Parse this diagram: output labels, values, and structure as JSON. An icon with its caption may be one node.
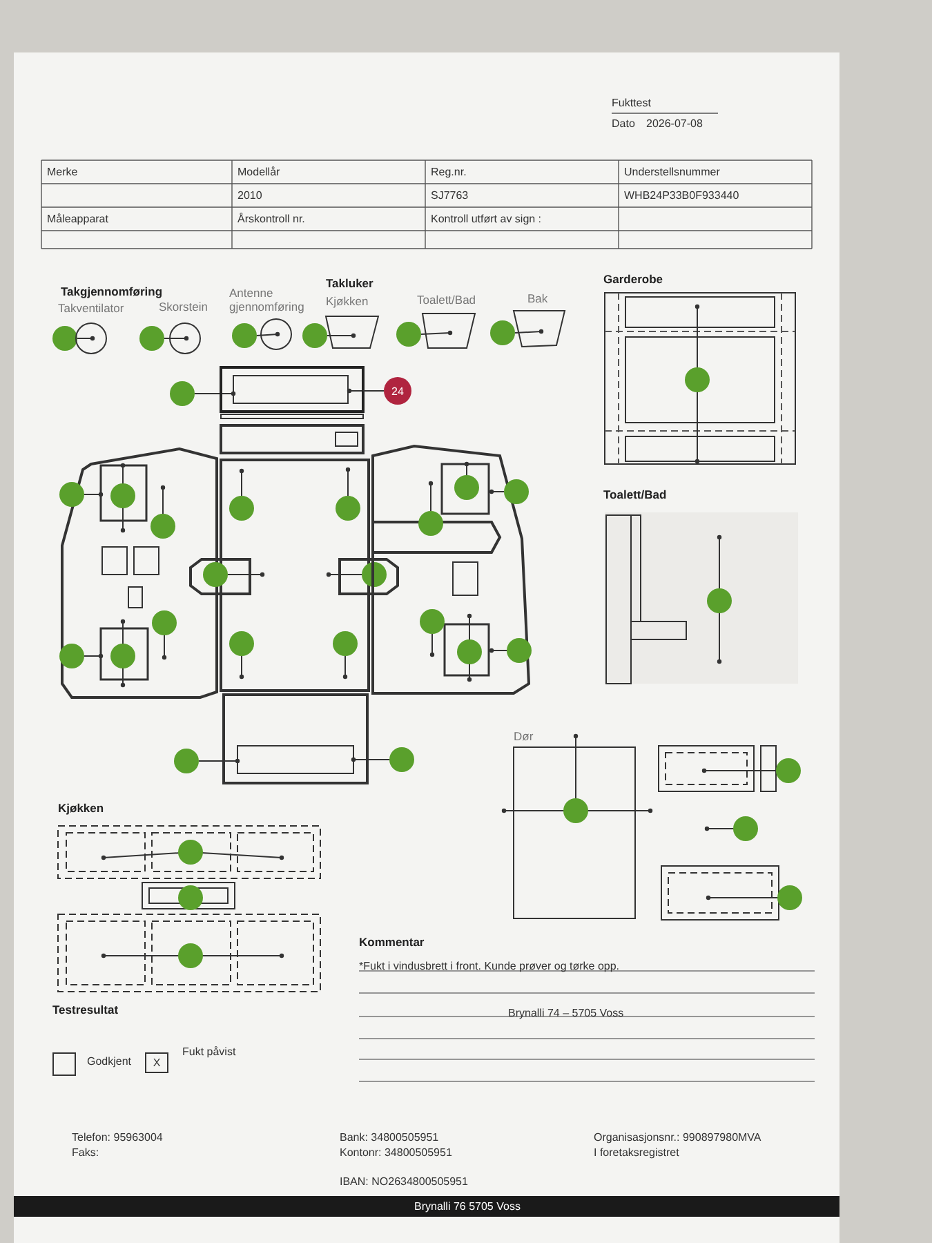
{
  "diagram": {
    "nodes": [
      {
        "text": [
          "24"
        ]
      },
      {
        "text": [],
        "shape": "box"
      }
    ],
    "edges": [
      {
        "from": 0,
        "to": 1,
        "arrow": "none"
      }
    ],
    "labels": [
      "Fukttest",
      "Dato",
      "2026-07-08",
      "Merke",
      "Modellår",
      "Reg.nr.",
      "Understellsnummer",
      "2010",
      "SJ7763",
      "WHB24P33B0F933440",
      "Måleapparat",
      "Årskontroll nr.",
      "Kontroll utført av sign :",
      "Takgjennomføring",
      "Takventilator",
      "Skorstein",
      "Antenne gjennomføring",
      "Takluker",
      "Kjøkken",
      "Toalett/Bad",
      "Bak",
      "Garderobe",
      "Toalett/Bad",
      "Dør",
      "Kjøkken",
      "Kommentar",
      "*Fukt i vindusbrett i front. Kunde prøver og tørke opp.",
      "Testresultat",
      "Godkjent",
      "X",
      "Fukt påvist",
      "Brynalli 74 – 5705 Voss",
      "Telefon: 95963004",
      "Faks:",
      "Bank: 34800505951",
      "Kontonr: 34800505951",
      "IBAN: NO2634800505951",
      "Organisasjonsnr.: 990897980MVA",
      "I foretaksregistret",
      "Brynalli 76 5705 Voss"
    ]
  }
}
